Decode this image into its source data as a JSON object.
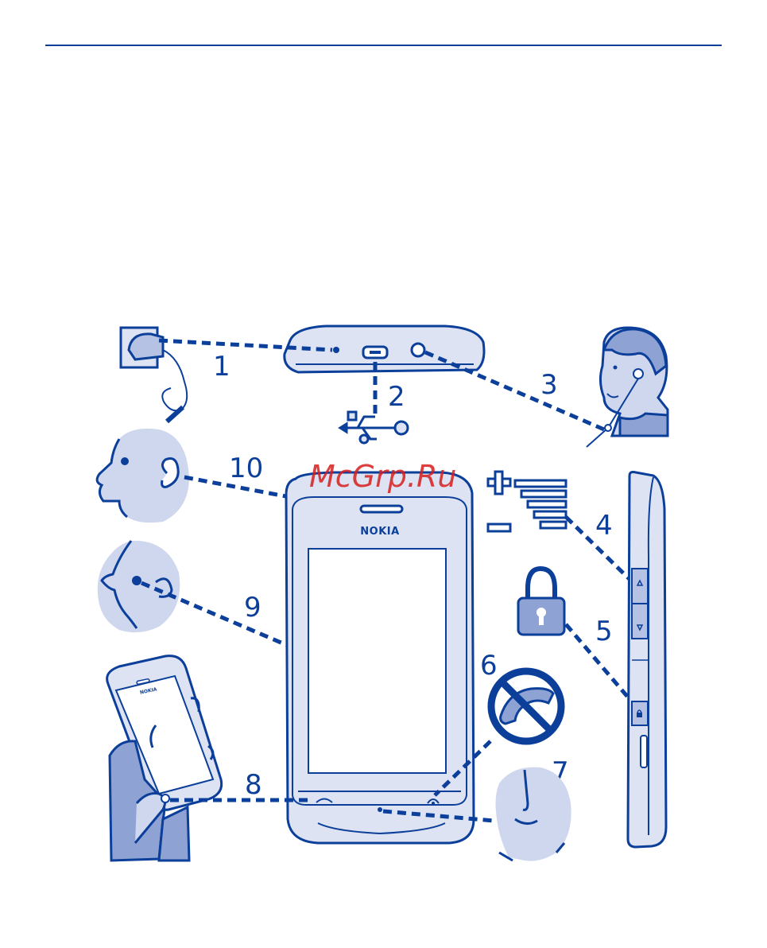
{
  "labels": {
    "l1": "1",
    "l2": "2",
    "l3": "3",
    "l4": "4",
    "l5": "5",
    "l6": "6",
    "l7": "7",
    "l8": "8",
    "l9": "9",
    "l10": "10"
  },
  "phone": {
    "brand": "NOKIA",
    "brand_small": "NOKIA"
  },
  "watermark": "McGrp.Ru",
  "colors": {
    "line": "#0b3f9a",
    "fill": "#dde3f2",
    "skin": "#cfd7ee",
    "hair": "#8ea3d4",
    "watermark": "#d81e1e"
  },
  "icons": [
    "charger-icon",
    "usb-icon",
    "headset-person-icon",
    "volume-icon",
    "lock-icon",
    "no-call-icon",
    "mouth-icon",
    "hand-phone-icon",
    "mouth-profile-icon",
    "ear-icon"
  ]
}
